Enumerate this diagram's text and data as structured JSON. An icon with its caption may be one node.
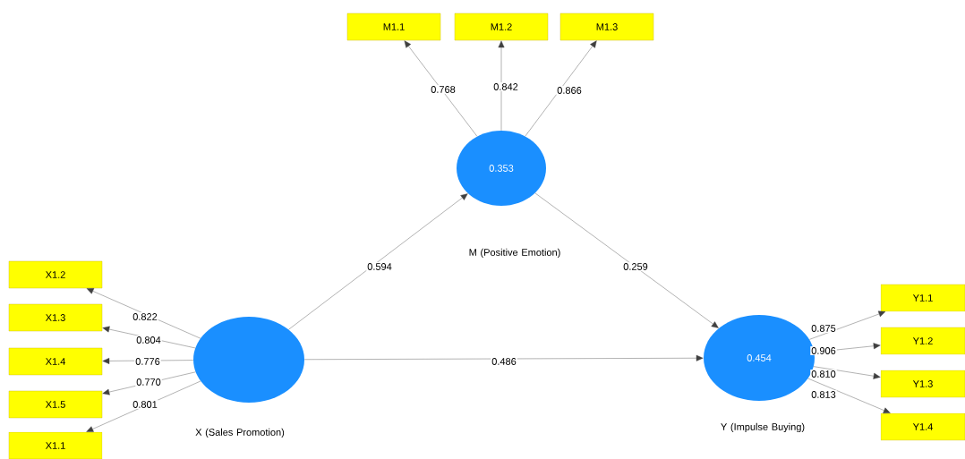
{
  "diagram": {
    "nodes": [
      {
        "text": [
          "M1.1"
        ]
      },
      {
        "text": [
          "M1.2"
        ]
      },
      {
        "text": [
          "M1.3"
        ]
      },
      {
        "text": [
          "0.353",
          "M (Positive Emotion)"
        ]
      },
      {
        "text": [
          "X1.2"
        ]
      },
      {
        "text": [
          "X1.3"
        ]
      },
      {
        "text": [
          "X1.4"
        ]
      },
      {
        "text": [
          "X1.5"
        ]
      },
      {
        "text": [
          "X1.1"
        ]
      },
      {
        "text": [
          "X (Sales Promotion)"
        ]
      },
      {
        "text": [
          "0.454",
          "Y (Impulse Buying)"
        ]
      },
      {
        "text": [
          "Y1.1"
        ]
      },
      {
        "text": [
          "Y1.2"
        ]
      },
      {
        "text": [
          "Y1.3"
        ]
      },
      {
        "text": [
          "Y1.4"
        ]
      }
    ],
    "edges": [
      {
        "from": 3,
        "to": 0,
        "arrow": "to",
        "label": "0.768"
      },
      {
        "from": 3,
        "to": 1,
        "arrow": "to",
        "label": "0.842"
      },
      {
        "from": 3,
        "to": 2,
        "arrow": "to",
        "label": "0.866"
      },
      {
        "from": 9,
        "to": 4,
        "arrow": "to",
        "label": "0.822"
      },
      {
        "from": 9,
        "to": 5,
        "arrow": "to",
        "label": "0.804"
      },
      {
        "from": 9,
        "to": 6,
        "arrow": "to",
        "label": "0.776"
      },
      {
        "from": 9,
        "to": 7,
        "arrow": "to",
        "label": "0.770"
      },
      {
        "from": 9,
        "to": 8,
        "arrow": "to",
        "label": "0.801"
      },
      {
        "from": 9,
        "to": 3,
        "arrow": "to",
        "label": "0.594"
      },
      {
        "from": 3,
        "to": 10,
        "arrow": "to",
        "label": "0.259"
      },
      {
        "from": 9,
        "to": 10,
        "arrow": "to",
        "label": "0.486"
      },
      {
        "from": 10,
        "to": 11,
        "arrow": "to",
        "label": "0.875"
      },
      {
        "from": 10,
        "to": 12,
        "arrow": "to",
        "label": "0.906"
      },
      {
        "from": 10,
        "to": 13,
        "arrow": "to",
        "label": "0.810"
      },
      {
        "from": 10,
        "to": 14,
        "arrow": "to",
        "label": "0.813"
      }
    ]
  }
}
